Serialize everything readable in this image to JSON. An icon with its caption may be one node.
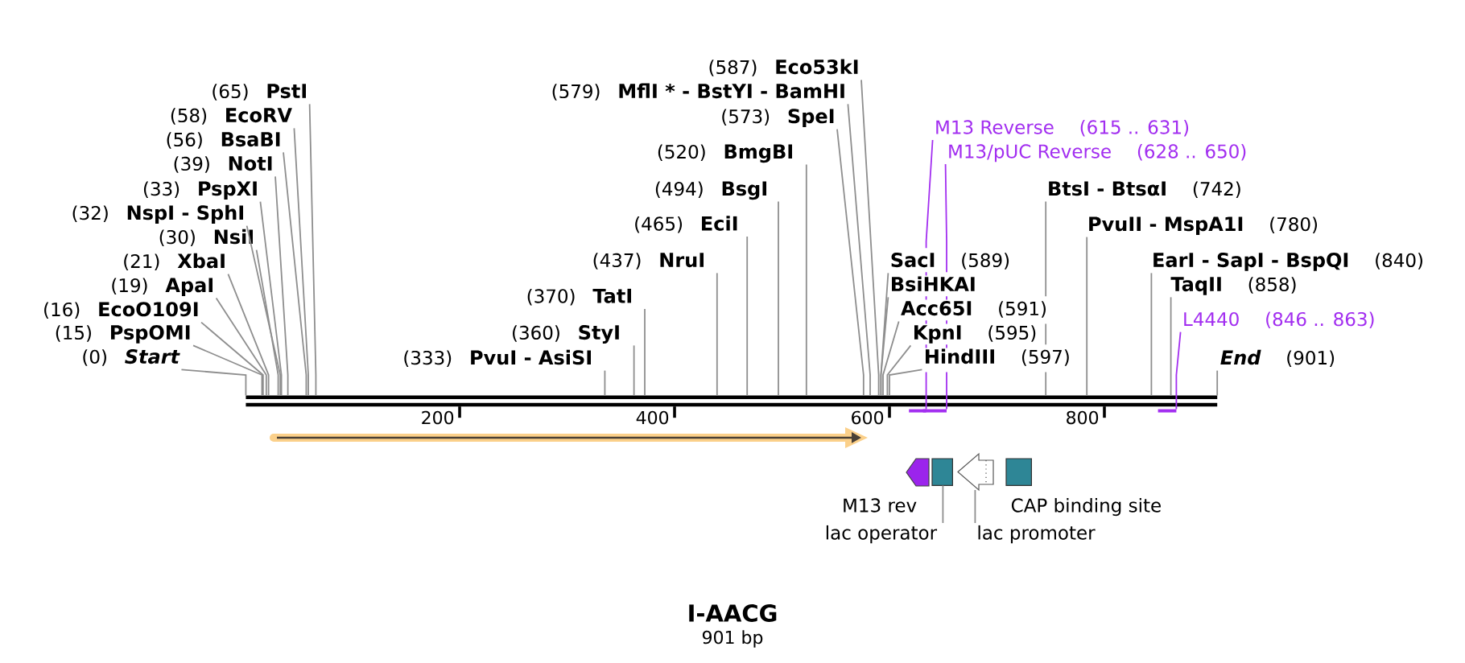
{
  "diagram": {
    "title": "I-AACG",
    "caption": "901 bp",
    "nodes": [
      {
        "text": [
          "PstI"
        ],
        "beside": [
          "(65)"
        ]
      },
      {
        "text": [
          "EcoRV"
        ],
        "beside": [
          "(58)"
        ]
      },
      {
        "text": [
          "BsaBI"
        ],
        "beside": [
          "(56)"
        ]
      },
      {
        "text": [
          "NotI"
        ],
        "beside": [
          "(39)"
        ]
      },
      {
        "text": [
          "PspXI"
        ],
        "beside": [
          "(33)"
        ]
      },
      {
        "text": [
          "NspI - SphI"
        ],
        "beside": [
          "(32)"
        ]
      },
      {
        "text": [
          "NsiI"
        ],
        "beside": [
          "(30)"
        ]
      },
      {
        "text": [
          "XbaI"
        ],
        "beside": [
          "(21)"
        ]
      },
      {
        "text": [
          "ApaI"
        ],
        "beside": [
          "(19)"
        ]
      },
      {
        "text": [
          "EcoO109I"
        ],
        "beside": [
          "(16)"
        ]
      },
      {
        "text": [
          "PspOMI"
        ],
        "beside": [
          "(15)"
        ]
      },
      {
        "text": [
          "Start"
        ],
        "beside": [
          "(0)"
        ]
      },
      {
        "text": [
          "Eco53kI"
        ],
        "beside": [
          "(587)"
        ]
      },
      {
        "text": [
          "MflI * - BstYI - BamHI"
        ],
        "beside": [
          "(579)"
        ]
      },
      {
        "text": [
          "SpeI"
        ],
        "beside": [
          "(573)"
        ]
      },
      {
        "text": [
          "BmgBI"
        ],
        "beside": [
          "(520)"
        ]
      },
      {
        "text": [
          "BsgI"
        ],
        "beside": [
          "(494)"
        ]
      },
      {
        "text": [
          "EciI"
        ],
        "beside": [
          "(465)"
        ]
      },
      {
        "text": [
          "NruI"
        ],
        "beside": [
          "(437)"
        ]
      },
      {
        "text": [
          "TatI"
        ],
        "beside": [
          "(370)"
        ]
      },
      {
        "text": [
          "StyI"
        ],
        "beside": [
          "(360)"
        ]
      },
      {
        "text": [
          "PvuI - AsiSI"
        ],
        "beside": [
          "(333)"
        ]
      },
      {
        "text": [
          "M13 Reverse"
        ],
        "beside": [
          "(615 .. 631)"
        ]
      },
      {
        "text": [
          "M13/pUC Reverse"
        ],
        "beside": [
          "(628 .. 650)"
        ]
      },
      {
        "text": [
          "BtsI - BtsαI"
        ],
        "beside": [
          "(742)"
        ]
      },
      {
        "text": [
          "PvuII - MspA1I"
        ],
        "beside": [
          "(780)"
        ]
      },
      {
        "text": [
          "SacI"
        ],
        "beside": [
          "(589)"
        ]
      },
      {
        "text": [
          "EarI - SapI - BspQI"
        ],
        "beside": [
          "(840)"
        ]
      },
      {
        "text": [
          "BsiHKAI"
        ]
      },
      {
        "text": [
          "TaqII"
        ],
        "beside": [
          "(858)"
        ]
      },
      {
        "text": [
          "Acc65I"
        ],
        "beside": [
          "(591)"
        ]
      },
      {
        "text": [
          "L4440"
        ],
        "beside": [
          "(846 .. 863)"
        ]
      },
      {
        "text": [
          "KpnI"
        ],
        "beside": [
          "(595)"
        ]
      },
      {
        "text": [
          "HindIII"
        ],
        "beside": [
          "(597)"
        ]
      },
      {
        "text": [
          "End"
        ],
        "beside": [
          "(901)"
        ]
      },
      {
        "text": [],
        "shape": "bar"
      },
      {
        "text": [],
        "shape": "bracket"
      },
      {
        "text": [],
        "shape": "bracket"
      },
      {
        "text": [],
        "shape": "bracket"
      },
      {
        "text": [],
        "shape": "arrow"
      },
      {
        "text": [],
        "shape": "arrow",
        "beside": [
          "M13 rev"
        ]
      },
      {
        "text": [],
        "shape": "box"
      },
      {
        "text": [],
        "shape": "arrow"
      },
      {
        "text": [],
        "shape": "box",
        "beside": [
          "CAP binding site"
        ]
      },
      {
        "text": [
          "lac operator"
        ]
      },
      {
        "text": [
          "lac promoter"
        ]
      }
    ],
    "edges": [
      {
        "from": 0,
        "to": 35,
        "arrow": "none"
      },
      {
        "from": 1,
        "to": 35,
        "arrow": "none"
      },
      {
        "from": 2,
        "to": 35,
        "arrow": "none"
      },
      {
        "from": 3,
        "to": 35,
        "arrow": "none"
      },
      {
        "from": 4,
        "to": 35,
        "arrow": "none"
      },
      {
        "from": 5,
        "to": 35,
        "arrow": "none"
      },
      {
        "from": 6,
        "to": 35,
        "arrow": "none"
      },
      {
        "from": 7,
        "to": 35,
        "arrow": "none"
      },
      {
        "from": 8,
        "to": 35,
        "arrow": "none"
      },
      {
        "from": 9,
        "to": 35,
        "arrow": "none"
      },
      {
        "from": 10,
        "to": 35,
        "arrow": "none"
      },
      {
        "from": 11,
        "to": 35,
        "arrow": "none"
      },
      {
        "from": 12,
        "to": 35,
        "arrow": "none"
      },
      {
        "from": 13,
        "to": 35,
        "arrow": "none"
      },
      {
        "from": 14,
        "to": 35,
        "arrow": "none"
      },
      {
        "from": 15,
        "to": 35,
        "arrow": "none"
      },
      {
        "from": 16,
        "to": 35,
        "arrow": "none"
      },
      {
        "from": 17,
        "to": 35,
        "arrow": "none"
      },
      {
        "from": 18,
        "to": 35,
        "arrow": "none"
      },
      {
        "from": 19,
        "to": 35,
        "arrow": "none"
      },
      {
        "from": 20,
        "to": 35,
        "arrow": "none"
      },
      {
        "from": 21,
        "to": 35,
        "arrow": "none"
      },
      {
        "from": 22,
        "to": 36,
        "arrow": "none",
        "color": "#a22ef0"
      },
      {
        "from": 23,
        "to": 37,
        "arrow": "none",
        "color": "#a22ef0"
      },
      {
        "from": 24,
        "to": 35,
        "arrow": "none"
      },
      {
        "from": 25,
        "to": 35,
        "arrow": "none"
      },
      {
        "from": 26,
        "to": 35,
        "arrow": "none"
      },
      {
        "from": 27,
        "to": 35,
        "arrow": "none"
      },
      {
        "from": 28,
        "to": 35,
        "arrow": "none"
      },
      {
        "from": 29,
        "to": 35,
        "arrow": "none"
      },
      {
        "from": 30,
        "to": 35,
        "arrow": "none"
      },
      {
        "from": 31,
        "to": 38,
        "arrow": "none",
        "color": "#a22ef0"
      },
      {
        "from": 32,
        "to": 35,
        "arrow": "none"
      },
      {
        "from": 33,
        "to": 35,
        "arrow": "none"
      },
      {
        "from": 34,
        "to": 35,
        "arrow": "none"
      },
      {
        "from": 44,
        "to": 41,
        "arrow": "none"
      },
      {
        "from": 45,
        "to": 42,
        "arrow": "none"
      }
    ],
    "labels": [
      "200",
      "400",
      "600",
      "800"
    ]
  }
}
